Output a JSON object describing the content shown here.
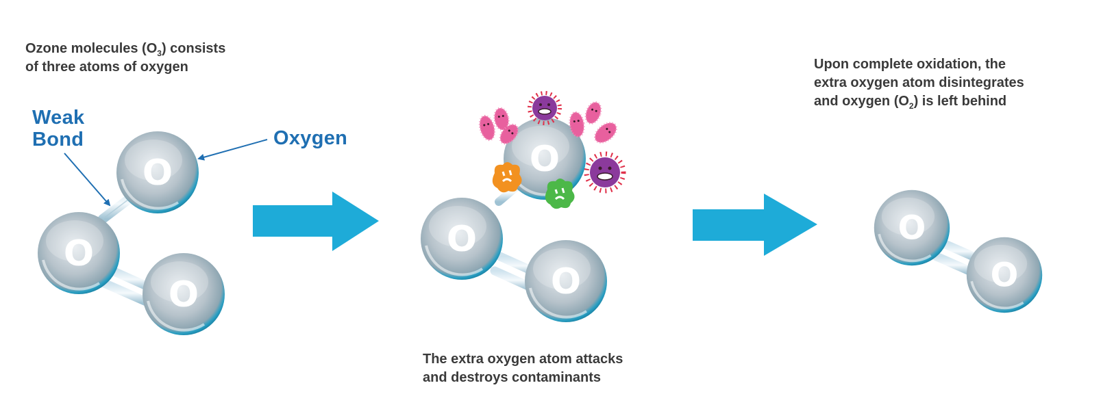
{
  "stages": [
    {
      "caption_before_sub": "Ozone molecules (O",
      "caption_sub": "3",
      "caption_after_sub": ") consists",
      "caption_line2": "of three atoms of oxygen",
      "labels": {
        "weak_bond_line1": "Weak",
        "weak_bond_line2": "Bond",
        "oxygen": "Oxygen"
      },
      "atoms": [
        "O",
        "O",
        "O"
      ]
    },
    {
      "caption_line1": "The extra oxygen atom attacks",
      "caption_line2": "and destroys contaminants",
      "atoms": [
        "O",
        "O",
        "O"
      ],
      "contaminants": [
        "pink-bacteria",
        "pink-bacteria",
        "pink-bacteria",
        "purple-virus",
        "pink-bacteria",
        "pink-bacteria",
        "pink-bacteria",
        "purple-virus",
        "orange-germ",
        "green-germ"
      ]
    },
    {
      "caption_line1": "Upon complete oxidation, the",
      "caption_line2": "extra oxygen atom disintegrates",
      "caption_before_sub": "and oxygen (O",
      "caption_sub": "2",
      "caption_after_sub": ") is left behind",
      "atoms": [
        "O",
        "O"
      ]
    }
  ],
  "colors": {
    "arrow": "#1eabd8",
    "label_blue": "#1f6fb2",
    "caption_text": "#3a3a3a",
    "atom_rim": "#1a8db0",
    "bacteria_pink": "#e8609e",
    "virus_purple": "#8b3a9c",
    "germ_orange": "#f29120",
    "germ_green": "#4cb848"
  }
}
